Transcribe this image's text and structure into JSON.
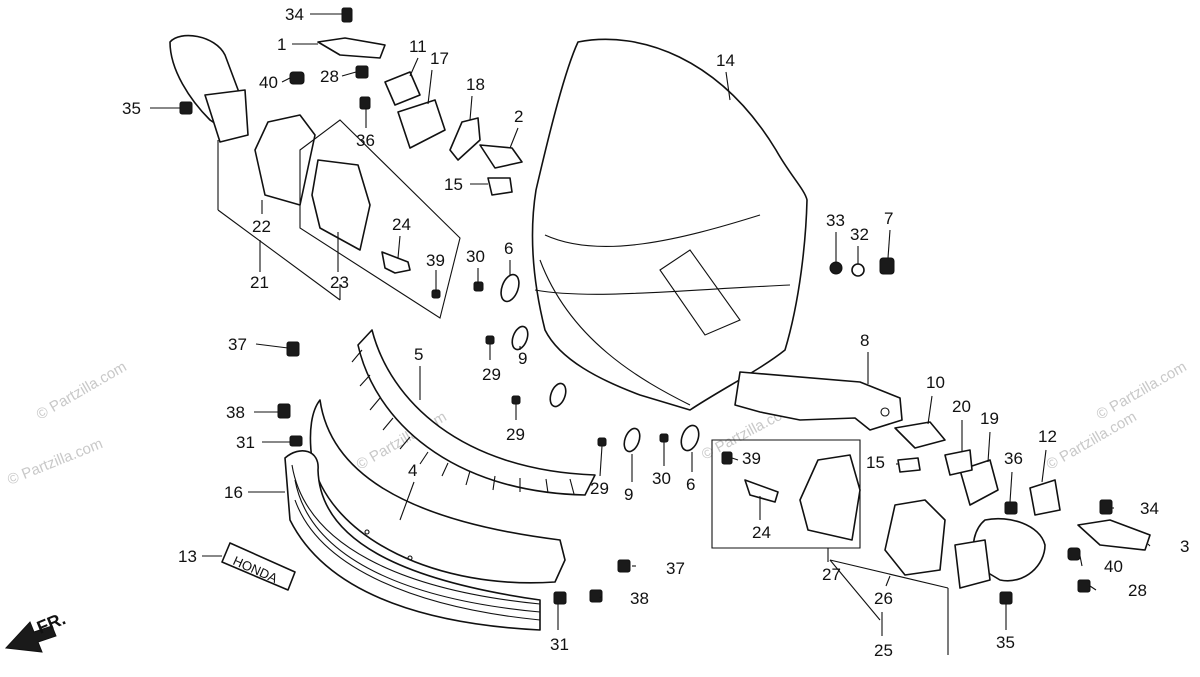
{
  "watermark": "© Partzilla.com",
  "direction_label": "FR.",
  "emblem_text": "HONDA",
  "callouts": [
    "34",
    "1",
    "28",
    "40",
    "35",
    "11",
    "17",
    "36",
    "18",
    "2",
    "15",
    "22",
    "21",
    "23",
    "24",
    "39",
    "30",
    "6",
    "14",
    "33",
    "32",
    "7",
    "37",
    "5",
    "8",
    "29",
    "9",
    "38",
    "31",
    "4",
    "16",
    "13",
    "37",
    "38",
    "31",
    "10",
    "20",
    "19",
    "15",
    "36",
    "12",
    "34",
    "3",
    "40",
    "28",
    "35",
    "30",
    "6",
    "29",
    "29",
    "9",
    "39",
    "24",
    "27",
    "26",
    "25"
  ]
}
